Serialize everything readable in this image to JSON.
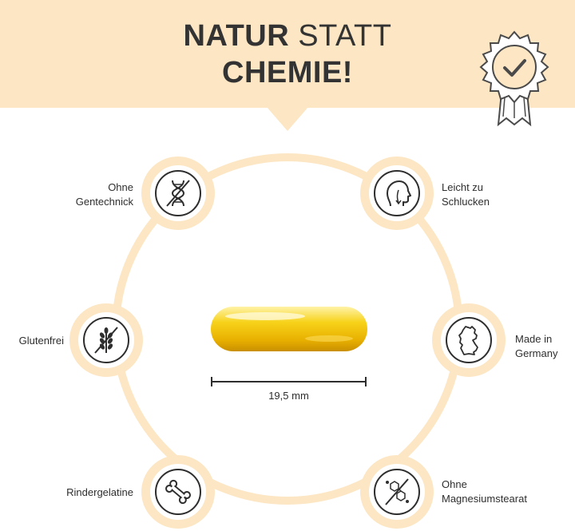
{
  "header": {
    "headline_bold": "NATUR",
    "headline_regular": "STATT",
    "headline_line2": "CHEMIE!"
  },
  "features": {
    "gentechnik": {
      "label_line1": "Ohne",
      "label_line2": "Gentechnick",
      "icon": "dna-crossed-icon"
    },
    "schlucken": {
      "label_line1": "Leicht zu",
      "label_line2": "Schlucken",
      "icon": "head-swallow-icon"
    },
    "glutenfrei": {
      "label_line1": "Glutenfrei",
      "icon": "wheat-crossed-icon"
    },
    "germany": {
      "label_line1": "Made in",
      "label_line2": "Germany",
      "icon": "germany-map-icon"
    },
    "rindergelatine": {
      "label_line1": "Rindergelatine",
      "icon": "bone-icon"
    },
    "magnesium": {
      "label_line1": "Ohne",
      "label_line2": "Magnesiumstearat",
      "icon": "molecule-crossed-icon"
    }
  },
  "capsule": {
    "size_label": "19,5 mm"
  },
  "colors": {
    "accent": "#fce6c3",
    "text": "#2e2e2e",
    "capsule": "#f5c400"
  }
}
